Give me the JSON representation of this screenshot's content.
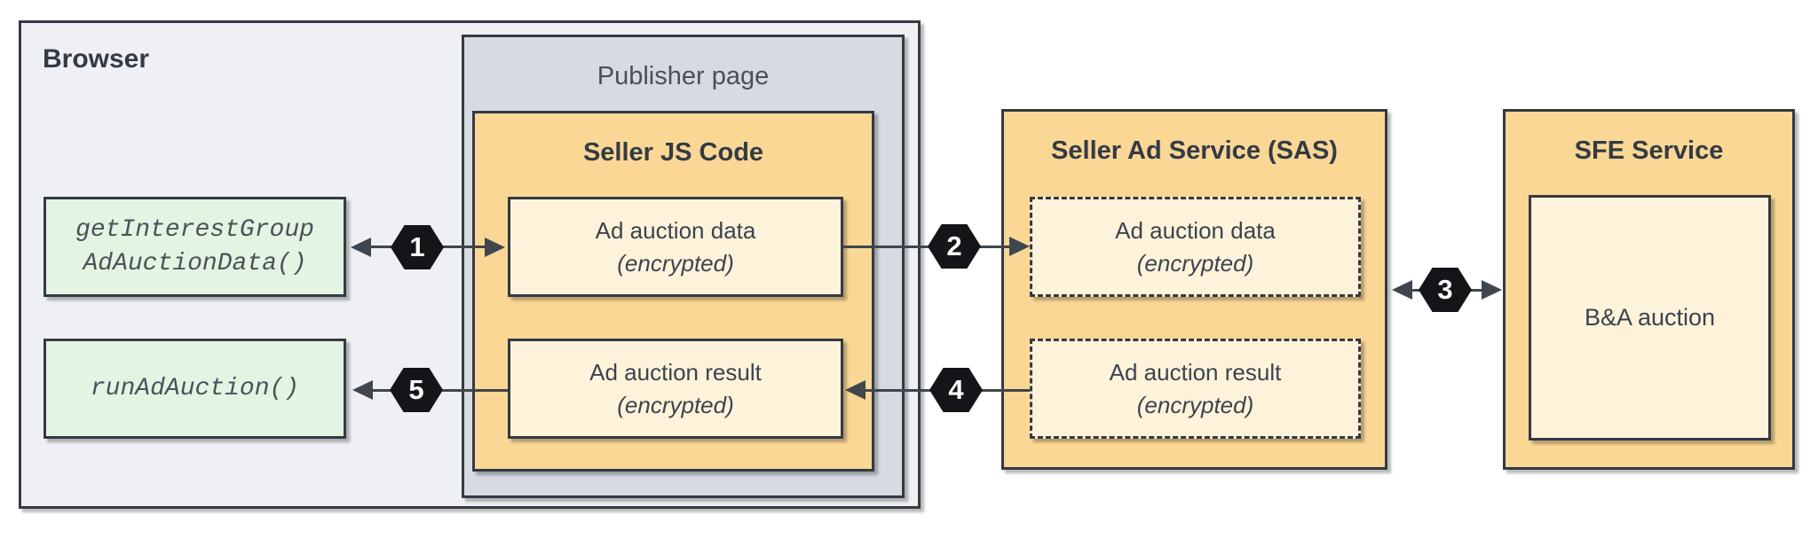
{
  "containers": {
    "browser": {
      "label": "Browser"
    },
    "publisher_page": {
      "label": "Publisher page"
    },
    "seller_js_code": {
      "title": "Seller JS Code"
    },
    "seller_ad_service": {
      "title": "Seller Ad Service (SAS)"
    },
    "sfe_service": {
      "title": "SFE Service"
    }
  },
  "nodes": {
    "get_interest_group": {
      "line1": "getInterestGroup",
      "line2": "AdAuctionData()"
    },
    "run_ad_auction": {
      "label": "runAdAuction()"
    },
    "js_ad_auction_data": {
      "line1": "Ad auction data",
      "line2": "(encrypted)"
    },
    "js_ad_auction_result": {
      "line1": "Ad auction result",
      "line2": "(encrypted)"
    },
    "sas_ad_auction_data": {
      "line1": "Ad auction data",
      "line2": "(encrypted)"
    },
    "sas_ad_auction_result": {
      "line1": "Ad auction result",
      "line2": "(encrypted)"
    },
    "bna_auction": {
      "label": "B&A auction"
    }
  },
  "steps": {
    "s1": "1",
    "s2": "2",
    "s3": "3",
    "s4": "4",
    "s5": "5"
  },
  "colors": {
    "browser_gray": "#eef0f3",
    "publisher_gray": "#d6dae1",
    "container_orange": "#fbd795",
    "inner_cream": "#fdf3da",
    "api_green": "#e3f5e2",
    "border_dark": "#343a43",
    "arrow_color": "#3f464e",
    "hex_bg": "#141518",
    "hex_text": "#ffffff"
  }
}
